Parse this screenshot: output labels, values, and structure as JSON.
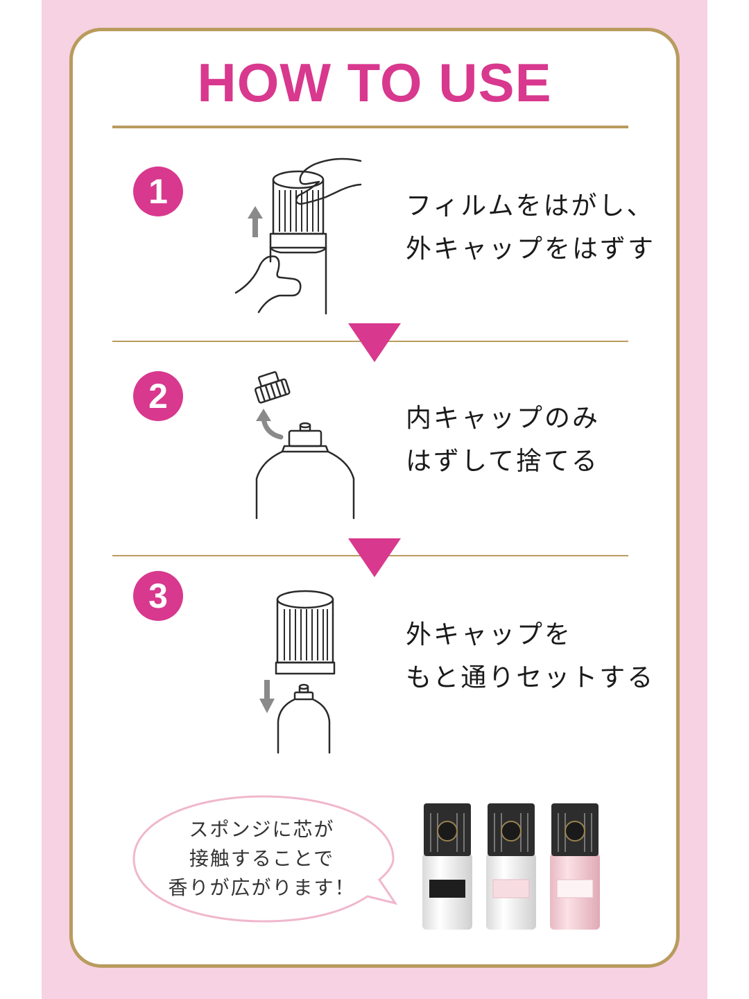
{
  "title": "HOW TO USE",
  "steps": [
    {
      "number": "1",
      "lines": [
        "フィルムをはがし、",
        "外キャップをはずす"
      ]
    },
    {
      "number": "2",
      "lines": [
        "内キャップのみ",
        "はずして捨てる"
      ]
    },
    {
      "number": "3",
      "lines": [
        "外キャップを",
        "もと通りセットする"
      ]
    }
  ],
  "bubble": {
    "lines": [
      "スポンジに芯が",
      "接触することで",
      "香りが広がります！"
    ]
  },
  "colors": {
    "accent": "#d8388e",
    "gold": "#b99b5e",
    "background": "#f6d2e3",
    "bubble_border": "#f0b7cd"
  },
  "icons": [
    "arrow-up-icon",
    "arrow-curve-icon",
    "arrow-down-icon",
    "down-triangle-icon"
  ]
}
